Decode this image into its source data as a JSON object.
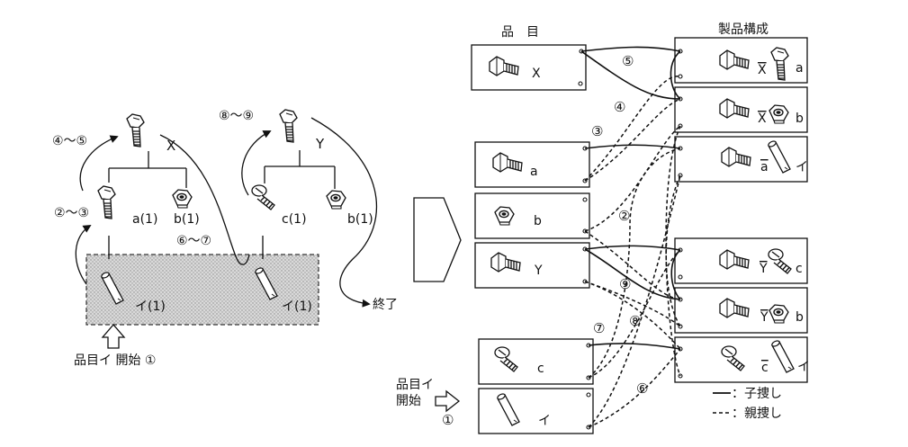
{
  "left_diagram": {
    "x_label": "X",
    "y_label": "Y",
    "a_label": "a(1)",
    "b1_label": "b(1)",
    "c_label": "c(1)",
    "b2_label": "b(1)",
    "i1_label": "イ(1)",
    "i2_label": "イ(1)",
    "step_4_5": "④〜⑤",
    "step_2_3": "②〜③",
    "step_8_9": "⑧〜⑨",
    "step_6_7": "⑥〜⑦",
    "end_label": "終了",
    "start_caption": "品目イ  開始 ①"
  },
  "right_diagram": {
    "items_header": "品　目",
    "structure_header": "製品構成",
    "items": {
      "x": "X",
      "a": "a",
      "b": "b",
      "y": "Y",
      "c": "c",
      "i": "イ"
    },
    "structures": {
      "xa": {
        "parent": "X",
        "child": "a"
      },
      "xb": {
        "parent": "X",
        "child": "b"
      },
      "ai": {
        "parent": "a",
        "child": "イ"
      },
      "yc": {
        "parent": "Y",
        "child": "c"
      },
      "yb": {
        "parent": "Y",
        "child": "b"
      },
      "ci": {
        "parent": "c",
        "child": "イ"
      }
    },
    "steps": {
      "s2": "②",
      "s3": "③",
      "s4": "④",
      "s5": "⑤",
      "s6": "⑥",
      "s7": "⑦",
      "s8": "⑧",
      "s9": "⑨"
    },
    "start_label_line1": "品目イ",
    "start_label_line2": "開始",
    "start_step": "①",
    "legend": {
      "solid": "：子捜し",
      "dashed": "：親捜し"
    }
  }
}
